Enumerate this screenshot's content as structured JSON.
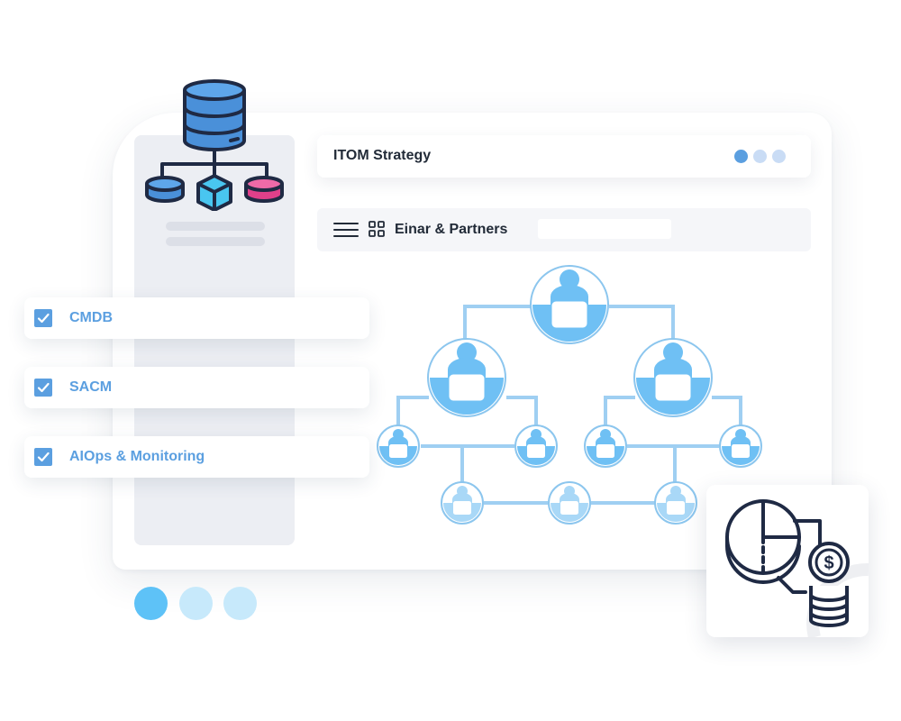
{
  "window": {
    "title": "ITOM Strategy",
    "dots": [
      "#5b9fe0",
      "#c9dcf5",
      "#c9dcf5"
    ]
  },
  "toolbar": {
    "company": "Einar & Partners",
    "menu_icon": "hamburger-icon",
    "grid_icon": "grid-icon"
  },
  "checklist": [
    {
      "label": "CMDB",
      "checked": true
    },
    {
      "label": "SACM",
      "checked": true
    },
    {
      "label": "AIOps & Monitoring",
      "checked": true
    }
  ],
  "icons": {
    "database": "database-hierarchy-icon",
    "finance": "pie-chart-coins-icon"
  },
  "pager": {
    "dot_colors": [
      "#5ec2f7",
      "#c7e9fb",
      "#c7e9fb"
    ],
    "active_index": 0
  },
  "colors": {
    "accent": "#5b9fe0",
    "node_fill": "#6fc0f4",
    "node_light": "#dff0fb",
    "connector": "#9fcff2",
    "db_blue": "#4a90d9",
    "db_pink": "#e0408a",
    "cube": "#49c6f0",
    "dark": "#1f2a44"
  }
}
